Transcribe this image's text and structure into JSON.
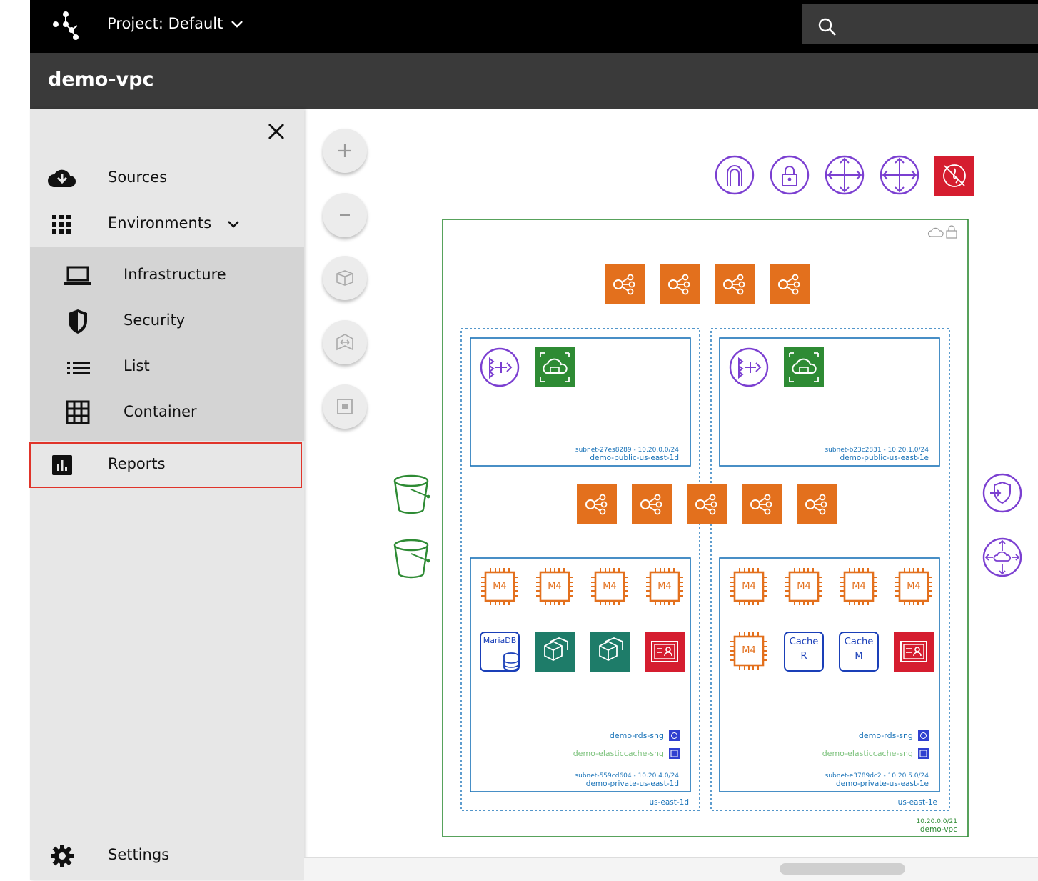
{
  "header": {
    "project_label": "Project: Default"
  },
  "page_title": "demo-vpc",
  "sidebar": {
    "items": [
      {
        "label": "Sources",
        "icon": "cloud-download-icon"
      },
      {
        "label": "Environments",
        "icon": "grid-dots-icon"
      },
      {
        "label": "Infrastructure",
        "icon": "laptop-icon"
      },
      {
        "label": "Security",
        "icon": "shield-icon"
      },
      {
        "label": "List",
        "icon": "list-icon"
      },
      {
        "label": "Container",
        "icon": "table-grid-icon"
      },
      {
        "label": "Reports",
        "icon": "bar-chart-icon"
      }
    ],
    "settings_label": "Settings"
  },
  "diagram": {
    "vpc": {
      "cidr": "10.20.0.0/21",
      "name": "demo-vpc"
    },
    "azs": [
      {
        "name": "us-east-1d"
      },
      {
        "name": "us-east-1e"
      }
    ],
    "subnets": [
      {
        "meta": "subnet-27es8289 - 10.20.0.0/24",
        "name": "demo-public-us-east-1d"
      },
      {
        "meta": "subnet-b23c2831 - 10.20.1.0/24",
        "name": "demo-public-us-east-1e"
      },
      {
        "meta": "subnet-559cd604 - 10.20.4.0/24",
        "name": "demo-private-us-east-1d"
      },
      {
        "meta": "subnet-e3789dc2 - 10.20.5.0/24",
        "name": "demo-private-us-east-1e"
      }
    ],
    "instance_label": "M4",
    "mariadb_label": "MariaDB",
    "cache_label": "Cache",
    "cache_r": "R",
    "cache_m": "M",
    "rds_sng": "demo-rds-sng",
    "elasticache_sng": "demo-elasticcache-sng",
    "colors": {
      "purple": "#7b3fd1",
      "orange": "#e3701d",
      "green": "#2e8b34",
      "red": "#d51d2f",
      "blue": "#1a73b8"
    }
  }
}
